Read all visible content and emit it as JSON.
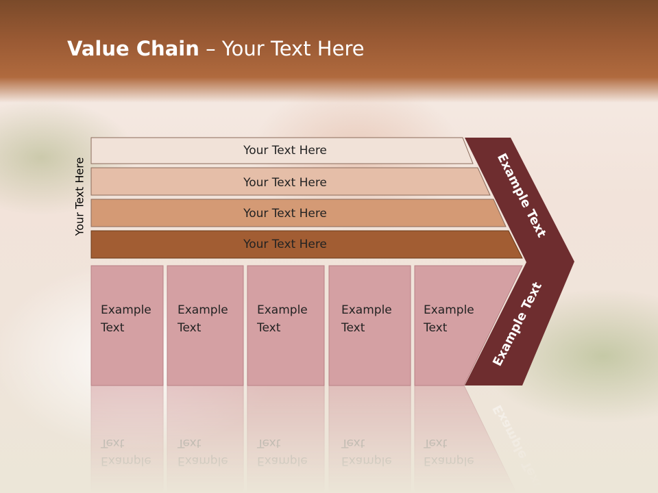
{
  "title": {
    "bold": "Value Chain",
    "rest": " – Your Text Here"
  },
  "side_label": "Your Text Here",
  "bars": [
    {
      "label": "Your Text Here",
      "color": "#f1e2d8"
    },
    {
      "label": "Your Text Here",
      "color": "#e5bea8"
    },
    {
      "label": "Your Text Here",
      "color": "#d49a75"
    },
    {
      "label": "Your Text Here",
      "color": "#a25d33"
    }
  ],
  "boxes": [
    {
      "line1": "Example",
      "line2": "Text"
    },
    {
      "line1": "Example",
      "line2": "Text"
    },
    {
      "line1": "Example",
      "line2": "Text"
    },
    {
      "line1": "Example",
      "line2": "Text"
    },
    {
      "line1": "Example",
      "line2": "Text"
    }
  ],
  "chevron": {
    "top_label": "Example Text",
    "bottom_label": "Example Text",
    "color": "#6e2d2f"
  },
  "colors": {
    "box_fill": "#d4a0a3",
    "box_stroke": "#b98085",
    "header": "#9a5a34"
  }
}
